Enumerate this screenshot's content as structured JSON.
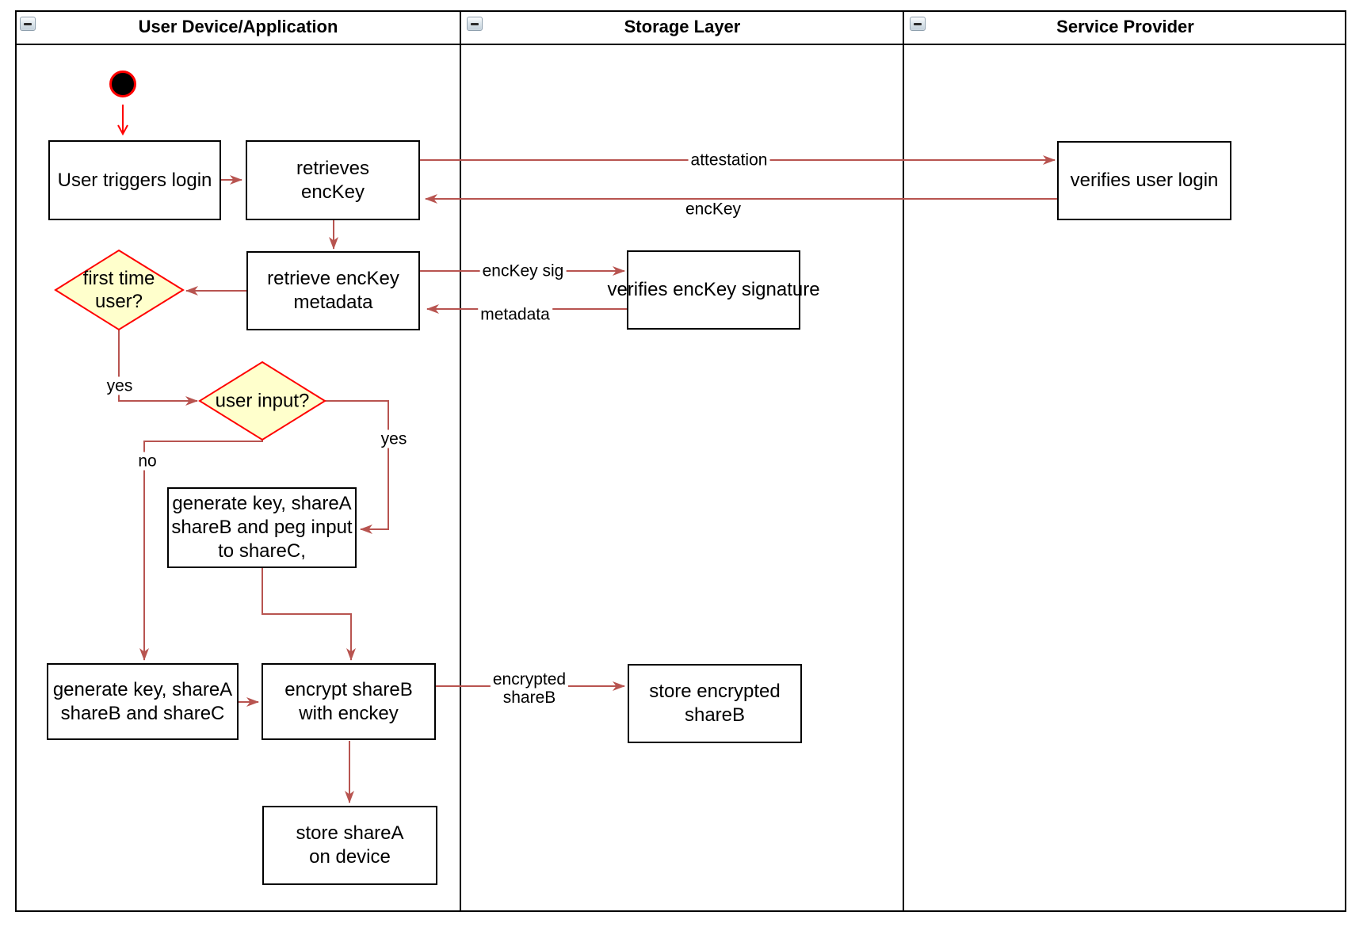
{
  "lanes": [
    {
      "title": "User Device/Application"
    },
    {
      "title": "Storage Layer"
    },
    {
      "title": "Service Provider"
    }
  ],
  "nodes": {
    "user_triggers_login": "User triggers login",
    "retrieves_enckey": "retrieves\nencKey",
    "verifies_user_login": "verifies user login",
    "retrieve_enckey_metadata": "retrieve encKey\nmetadata",
    "verifies_enckey_signature": "verifies encKey signature",
    "first_time_user": "first time\nuser?",
    "user_input": "user input?",
    "generate_key_peg": "generate key, shareA\nshareB and peg input\nto shareC,",
    "generate_key_sharec": "generate key, shareA\nshareB and shareC",
    "encrypt_shareb": "encrypt shareB\nwith enckey",
    "store_encrypted_shareb": "store encrypted\nshareB",
    "store_sharea": "store shareA\non device"
  },
  "edges": [
    {
      "from": "start",
      "to": "user_triggers_login",
      "label": ""
    },
    {
      "from": "user_triggers_login",
      "to": "retrieves_enckey",
      "label": ""
    },
    {
      "from": "retrieves_enckey",
      "to": "verifies_user_login",
      "label": "attestation"
    },
    {
      "from": "verifies_user_login",
      "to": "retrieves_enckey",
      "label": "encKey"
    },
    {
      "from": "retrieves_enckey",
      "to": "retrieve_enckey_metadata",
      "label": ""
    },
    {
      "from": "retrieve_enckey_metadata",
      "to": "first_time_user",
      "label": ""
    },
    {
      "from": "retrieve_enckey_metadata",
      "to": "verifies_enckey_signature",
      "label": "encKey sig"
    },
    {
      "from": "verifies_enckey_signature",
      "to": "retrieve_enckey_metadata",
      "label": "metadata"
    },
    {
      "from": "first_time_user",
      "to": "user_input",
      "label": "yes"
    },
    {
      "from": "user_input",
      "to": "generate_key_peg",
      "label": "yes"
    },
    {
      "from": "user_input",
      "to": "generate_key_sharec",
      "label": "no"
    },
    {
      "from": "generate_key_peg",
      "to": "encrypt_shareb",
      "label": ""
    },
    {
      "from": "generate_key_sharec",
      "to": "encrypt_shareb",
      "label": ""
    },
    {
      "from": "encrypt_shareb",
      "to": "store_encrypted_shareb",
      "label": "encrypted\nshareB"
    },
    {
      "from": "encrypt_shareb",
      "to": "store_sharea",
      "label": ""
    }
  ],
  "colors": {
    "connector": "#B85450",
    "start_accent": "#FF0000",
    "decision_fill": "#FFFFCC",
    "decision_border": "#FF0000",
    "node_border": "#000000",
    "lane_border": "#000000"
  }
}
